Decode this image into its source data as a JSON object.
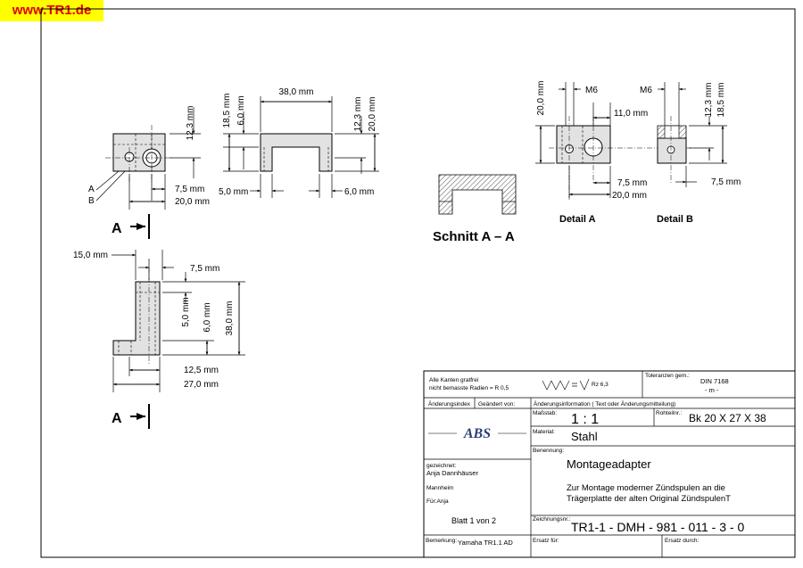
{
  "badge": "www.TR1.de",
  "dims": {
    "v_12_3": "12,3 mm",
    "v_18_5": "18,5 mm",
    "v_6_0": "6,0 mm",
    "v_38_0_top": "38,0 mm",
    "v_12_3b": "12,3 mm",
    "v_20_0": "20,0 mm",
    "h_7_5": "7,5 mm",
    "h_20_0": "20,0 mm",
    "h_5_0": "5,0 mm",
    "h_6_0": "6,0 mm",
    "lbl_a": "A",
    "lbl_b": "B",
    "h_15_0": "15,0 mm",
    "h_7_5b": "7,5 mm",
    "v_5_0": "5,0 mm",
    "v_6_0b": "6,0 mm",
    "v_38_0": "38,0 mm",
    "h_12_5": "12,5 mm",
    "h_27_0": "27,0 mm",
    "section_a": "A",
    "section_a2": "A",
    "schnitt": "Schnitt A – A",
    "det_20_0": "20,0 mm",
    "m6_a": "M6",
    "h_11_0": "11,0 mm",
    "m6_b": "M6",
    "det_12_3": "12,3 mm",
    "det_18_5": "18,5 mm",
    "det_7_5": "7,5 mm",
    "det_20_0b": "20,0 mm",
    "det_7_5b": "7,5 mm",
    "detail_a": "Detail A",
    "detail_b": "Detail B"
  },
  "title_block": {
    "notes_line1": "Alle Kanten  gratfrei",
    "notes_line2": "nicht bemasste Radien = R 0,5",
    "surface": "Rz 6,3",
    "tol_label": "Toleranzen gem.:",
    "tol_value": "DIN 7168",
    "tol_class": "- m -",
    "aend_index": "Änderungsindex",
    "geaendert": "Geändert von:",
    "aend_info": "Änderungsinformation ( Text oder Änderungsmitteilung)",
    "massstab_label": "Maßstab:",
    "massstab": "1 : 1",
    "rohteil_label": "Rohteilnr.:",
    "rohteil": "Bk 20 X 27 X 38",
    "material_label": "Material:",
    "material": "Stahl",
    "benennung_label": "Benennung:",
    "benennung": "Montageadapter",
    "desc1": "Zur Montage moderner Zündspulen an die",
    "desc2": "Trägerplatte der alten Original ZündspulenT",
    "gez_label": "gezeichnet:",
    "gez": "Anja Dannhäuser",
    "mannheim": "Mannheim",
    "fuer": "Für:Anja",
    "blatt": "Blatt 1 von 2",
    "zeich_label": "Zeichnungsnr.:",
    "zeichnungsnr": "TR1-1 - DMH - 981 - 011 - 3 - 0",
    "bem_label": "Bemerkung:",
    "bemerkung": "Yamaha TR1.1 AD",
    "ersatz_fuer": "Ersatz für:",
    "ersatz_durch": "Ersatz durch:"
  }
}
